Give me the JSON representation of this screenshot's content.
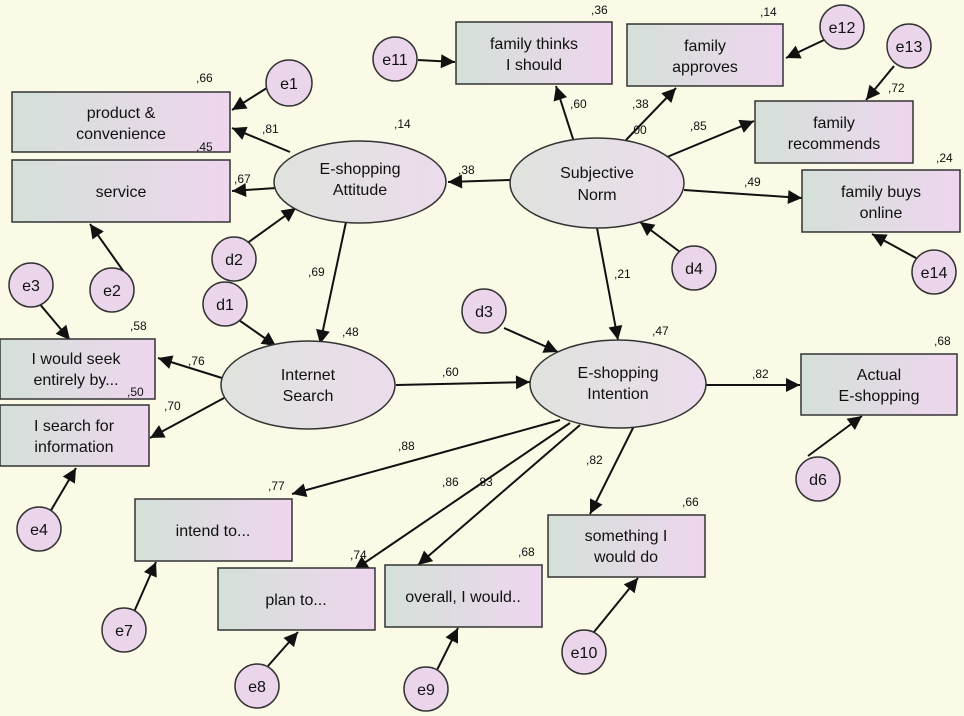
{
  "diagram": {
    "nodes": {
      "product_convenience": {
        "lines": [
          "product &",
          "convenience"
        ],
        "r2": ",66"
      },
      "service": {
        "lines": [
          "service"
        ],
        "r2": ",45"
      },
      "eshopping_attitude": {
        "lines": [
          "E-shopping",
          "Attitude"
        ],
        "r2": ",14"
      },
      "subjective_norm": {
        "lines": [
          "Subjective",
          "Norm"
        ],
        "r2": ""
      },
      "family_thinks": {
        "lines": [
          "family thinks",
          "I should"
        ],
        "r2": ",36"
      },
      "family_approves": {
        "lines": [
          "family",
          "approves"
        ],
        "r2": ",14"
      },
      "family_recommends": {
        "lines": [
          "family",
          "recommends"
        ],
        "r2": ",72"
      },
      "family_buys_online": {
        "lines": [
          "family buys",
          "online"
        ],
        "r2": ",24"
      },
      "internet_search": {
        "lines": [
          "Internet",
          "Search"
        ],
        "r2": ",48"
      },
      "eshopping_intention": {
        "lines": [
          "E-shopping",
          "Intention"
        ],
        "r2": ",47"
      },
      "actual_eshopping": {
        "lines": [
          "Actual",
          "E-shopping"
        ],
        "r2": ",68"
      },
      "seek_entirely": {
        "lines": [
          "I would seek",
          "entirely by..."
        ],
        "r2": ",58"
      },
      "search_info": {
        "lines": [
          "I search for",
          "information"
        ],
        "r2": ",50"
      },
      "intend_to": {
        "lines": [
          "intend to..."
        ],
        "r2": ",77"
      },
      "plan_to": {
        "lines": [
          "plan to..."
        ],
        "r2": ",74"
      },
      "overall_would": {
        "lines": [
          "overall, I would.."
        ],
        "r2": ",68"
      },
      "something_would_do": {
        "lines": [
          "something I",
          "would do"
        ],
        "r2": ",66"
      }
    },
    "errors": {
      "e1": "e1",
      "e2": "e2",
      "e3": "e3",
      "e4": "e4",
      "e7": "e7",
      "e8": "e8",
      "e9": "e9",
      "e10": "e10",
      "e11": "e11",
      "e12": "e12",
      "e13": "e13",
      "e14": "e14",
      "d1": "d1",
      "d2": "d2",
      "d3": "d3",
      "d4": "d4",
      "d6": "d6"
    },
    "coefficients": {
      "att_product": ",81",
      "att_service": ",67",
      "sn_att": ",38",
      "sn_thinks": ",60",
      "sn_approves": ",38",
      "sn_recommends": ",85",
      "sn_buys": ",49",
      "sn_intention": ",21",
      "att_search": ",69",
      "search_intention": ",60",
      "intention_actual": ",82",
      "search_seek": ",76",
      "search_info": ",70",
      "intention_intend": ",88",
      "intention_plan": ",86",
      "intention_overall": ",83",
      "intention_something": ",82",
      "att_sn_corr": ",00"
    }
  }
}
